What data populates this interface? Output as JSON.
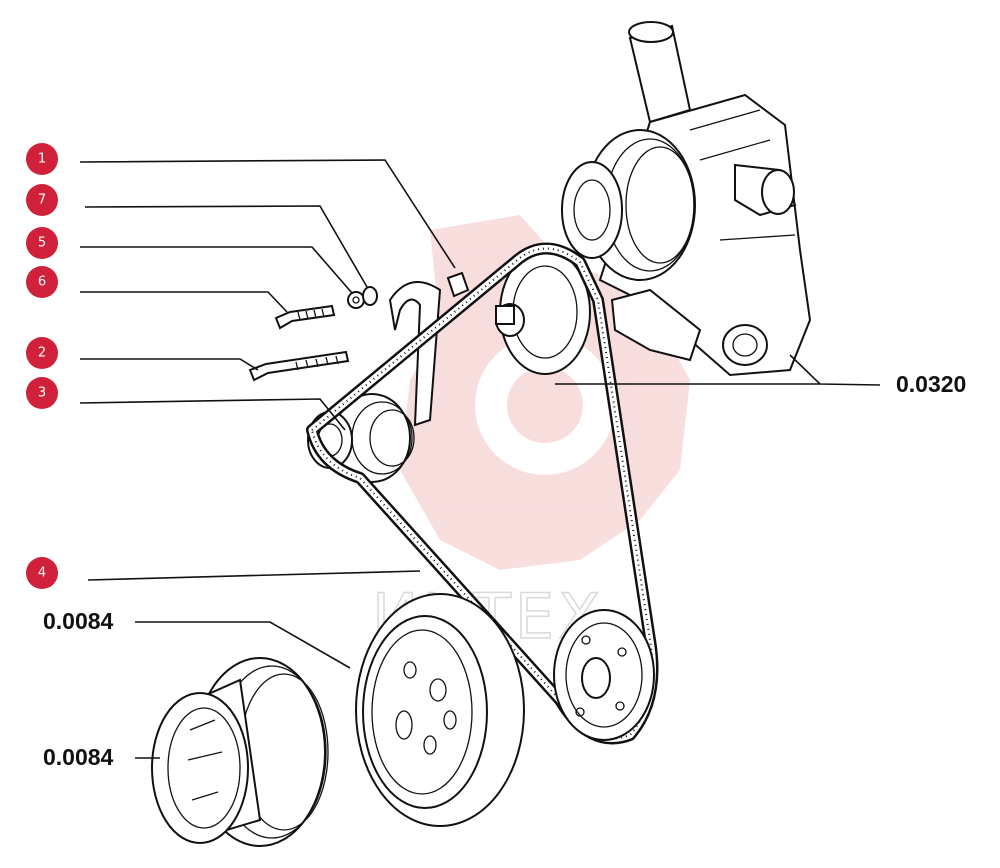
{
  "callouts": [
    {
      "number": "1",
      "color": "#d0203a"
    },
    {
      "number": "7",
      "color": "#d0203a"
    },
    {
      "number": "5",
      "color": "#d0203a"
    },
    {
      "number": "6",
      "color": "#d0203a"
    },
    {
      "number": "2",
      "color": "#d0203a"
    },
    {
      "number": "3",
      "color": "#d0203a"
    },
    {
      "number": "4",
      "color": "#d0203a"
    }
  ],
  "part_refs": {
    "water_pump": "0.0320",
    "crank_pulley_front": "0.0084",
    "crank_pulley_rear": "0.0084"
  },
  "watermark": {
    "text": "ИНТЕХ",
    "color": "#f4c3c3"
  }
}
